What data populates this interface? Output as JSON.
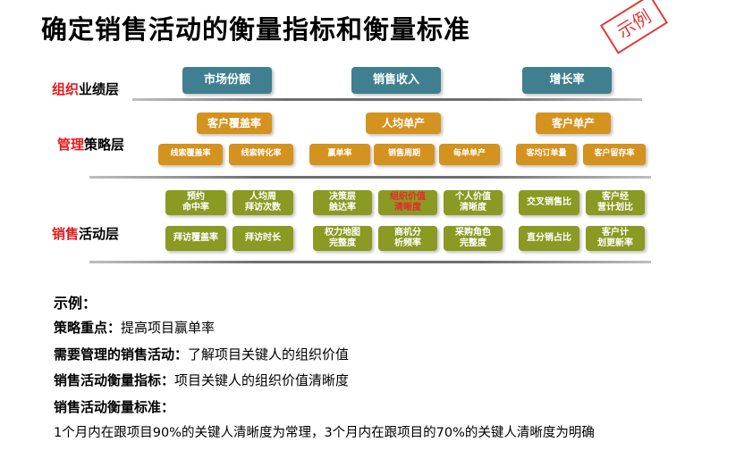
{
  "title": "确定销售活动的衡量指标和衡量标准",
  "stamp": "示例",
  "layers": {
    "performance": {
      "label_red": "组织",
      "label_rest": "业绩层"
    },
    "strategy": {
      "label_red": "管理",
      "label_rest": "策略层"
    },
    "activity": {
      "label_red": "销售",
      "label_rest": "活动层"
    }
  },
  "top_metrics": [
    "市场份额",
    "销售收入",
    "增长率"
  ],
  "mid_metrics": [
    "客户覆盖率",
    "人均单产",
    "客户单产"
  ],
  "strategy_metrics": [
    "线索覆盖率",
    "线索转化率",
    "赢单率",
    "销售周期",
    "每单单产",
    "客均订单量",
    "客户留存率"
  ],
  "activity_row1": [
    {
      "l1": "预约",
      "l2": "命中率"
    },
    {
      "l1": "人均周",
      "l2": "拜访次数"
    },
    {
      "l1": "决策层",
      "l2": "触达率"
    },
    {
      "l1": "组织价值",
      "l2": "清晰度",
      "highlight": true
    },
    {
      "l1": "个人价值",
      "l2": "清晰度"
    },
    {
      "l1": "交叉销售比",
      "l2": ""
    },
    {
      "l1": "客户经",
      "l2": "营计划比"
    }
  ],
  "activity_row2": [
    {
      "l1": "拜访覆盖率",
      "l2": ""
    },
    {
      "l1": "拜访时长",
      "l2": ""
    },
    {
      "l1": "权力地图",
      "l2": "完整度"
    },
    {
      "l1": "商机分",
      "l2": "析频率"
    },
    {
      "l1": "采购角色",
      "l2": "完整度"
    },
    {
      "l1": "直分销占比",
      "l2": ""
    },
    {
      "l1": "客户计",
      "l2": "划更新率"
    }
  ],
  "example": {
    "heading": "示例：",
    "line1_label": "策略重点：",
    "line1_text": "提高项目赢单率",
    "line2_label": "需要管理的销售活动：",
    "line2_text": "了解项目关键人的组织价值",
    "line3_label": "销售活动衡量指标：",
    "line3_text": "项目关键人的组织价值清晰度",
    "line4_label": "销售活动衡量标准：",
    "line5_text": "1个月内在跟项目90%的关键人清晰度为常理，3个月内在跟项目的70%的关键人清晰度为明确"
  }
}
